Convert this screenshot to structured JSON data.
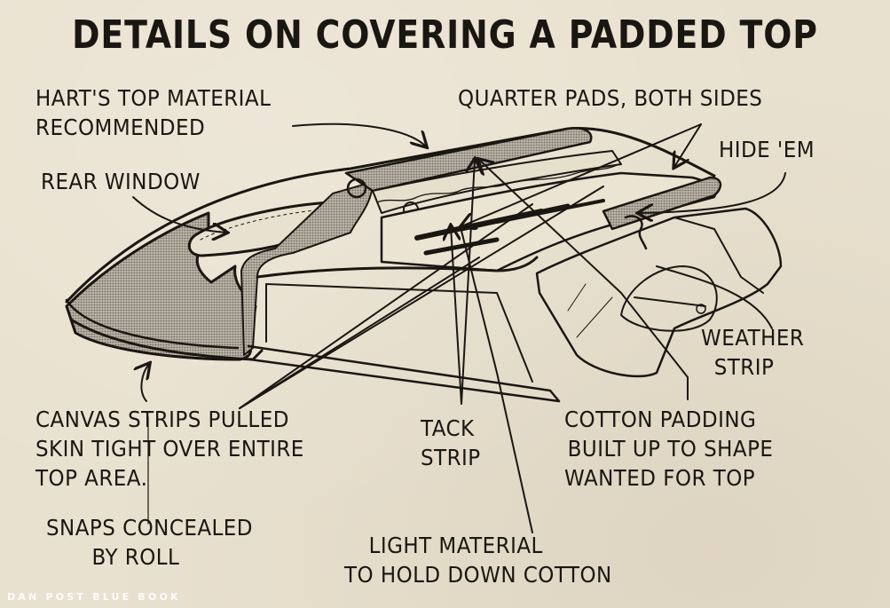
{
  "title": "DETAILS ON COVERING A PADDED TOP",
  "labels": {
    "harts": [
      "HART'S TOP MATERIAL",
      "RECOMMENDED"
    ],
    "rear_window": [
      "REAR WINDOW"
    ],
    "quarter_pads": [
      "QUARTER PADS, BOTH SIDES"
    ],
    "hide_em": [
      "HIDE 'EM"
    ],
    "weather_strip": [
      "WEATHER",
      "STRIP"
    ],
    "canvas_strips": [
      "CANVAS STRIPS PULLED",
      "SKIN TIGHT OVER ENTIRE",
      "TOP AREA."
    ],
    "snaps": [
      "SNAPS CONCEALED",
      "BY ROLL"
    ],
    "tack_strip": [
      "TACK",
      "STRIP"
    ],
    "cotton_padding": [
      "COTTON PADDING",
      "BUILT UP TO SHAPE",
      "WANTED FOR TOP"
    ],
    "light_material": [
      "LIGHT MATERIAL",
      "TO HOLD DOWN COTTON"
    ]
  },
  "watermark": "DAN POST BLUE BOOK",
  "colors": {
    "paper": "#e9e1cf",
    "ink": "#1a1612",
    "shading": "#a8a398"
  }
}
